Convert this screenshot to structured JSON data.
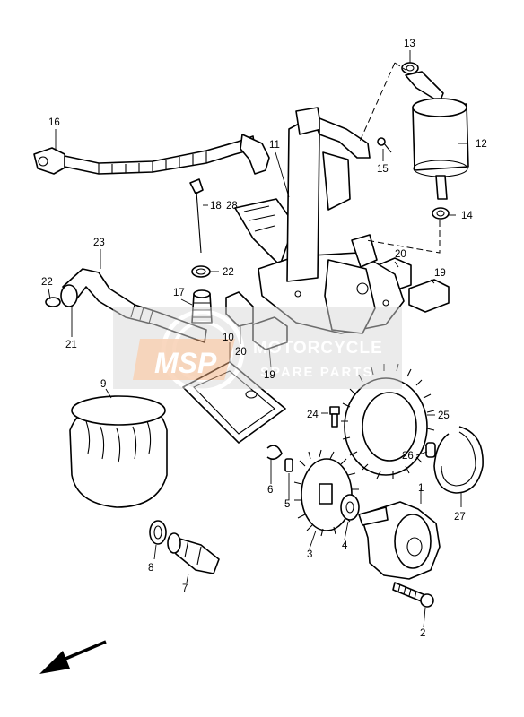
{
  "diagram": {
    "callouts": [
      "13",
      "16",
      "11",
      "12",
      "15",
      "18",
      "28",
      "14",
      "23",
      "22",
      "20",
      "19",
      "17",
      "22",
      "21",
      "10",
      "20",
      "19",
      "9",
      "24",
      "25",
      "26",
      "6",
      "5",
      "1",
      "27",
      "8",
      "3",
      "4",
      "7",
      "2"
    ]
  },
  "watermark": {
    "logo_text": "MSP",
    "line1": "MOTORCYCLE",
    "line2": "SPARE PARTS"
  },
  "colors": {
    "line": "#000000",
    "watermark_band": "#d9d9d9",
    "watermark_logo": "#f2a36b"
  }
}
